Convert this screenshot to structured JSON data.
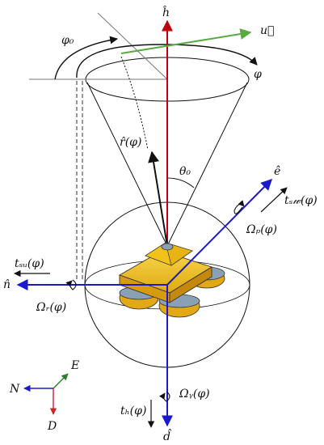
{
  "labels": {
    "h": "ĥ",
    "u": "u⃗",
    "phi0": "φ₀",
    "phi": "φ",
    "r": "r̂(φ)",
    "theta0": "θ₀",
    "e": "ê",
    "tsw": "tₛ𝓌(φ)",
    "omega_p": "Ωₚ(φ)",
    "tsu": "tₛᵤ(φ)",
    "n": "n̂",
    "omega_r": "Ωᵣ(φ)",
    "omega_y": "Ωᵧ(φ)",
    "th": "tₕ(φ)",
    "d": "d̂",
    "compass_n": "N",
    "compass_e": "E",
    "compass_d": "D"
  },
  "colors": {
    "h_axis": "#c0000a",
    "u_vector": "#5aaa44",
    "blue_axes": "#1a1acc",
    "compass_green": "#2e7d32",
    "compass_red": "#c62828",
    "compass_blue": "#1a1acc",
    "body_gold": "#f2c21b",
    "body_dark": "#c98f10",
    "rotor_gray": "#8aa0b4"
  }
}
